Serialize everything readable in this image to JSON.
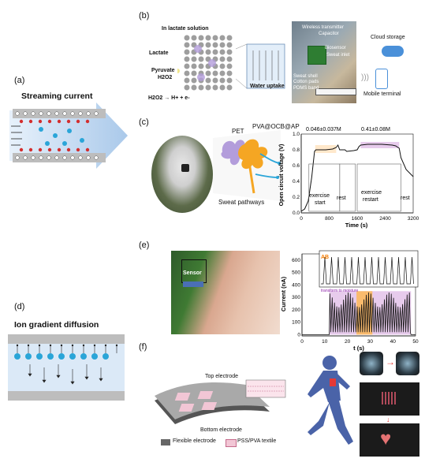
{
  "panels": {
    "a": {
      "label": "(a)",
      "title": "Streaming current"
    },
    "b": {
      "label": "(b)",
      "solution_title": "In lactate solution",
      "lactate": "Lactate",
      "pyruvate": "Pyruvate",
      "h2o2": "H2O2",
      "reaction": "H2O2 → H+ + e-",
      "water_uptake": "Water uptake",
      "device_labels": [
        "Wireless transmitter",
        "Capacitor",
        "Biosensor",
        "Sweat inlet",
        "Sweat shell",
        "Cotton pads",
        "PDMS band"
      ],
      "cloud_storage": "Cloud storage",
      "mobile_terminal": "Mobile terminal"
    },
    "c": {
      "label": "(c)",
      "pet": "PET",
      "pva": "PVA@OCB@AP",
      "sweat_pathways": "Sweat pathways",
      "annotations": [
        "0.046±0.037M",
        "0.41±0.08M"
      ],
      "region_labels": [
        "exercise start",
        "rest",
        "exercise restart",
        "rest"
      ]
    },
    "d": {
      "label": "(d)",
      "title": "Ion gradient diffusion"
    },
    "e": {
      "label": "(e)",
      "sensor": "Sensor",
      "ab_label": "AB",
      "inset_label": "transform to moisture"
    },
    "f": {
      "label": "(f)",
      "top_electrode": "Top electrode",
      "bottom_electrode": "Bottom electrode",
      "legend_flexible": "Flexible electrode",
      "legend_textile": "PSS/PVA textile"
    }
  },
  "chart_data": [
    {
      "type": "line",
      "panel": "c",
      "xlabel": "Time (s)",
      "ylabel": "Open circuit voltage (V)",
      "xlim": [
        0,
        3200
      ],
      "ylim": [
        0,
        1.0
      ],
      "xticks": [
        0,
        800,
        1600,
        2400,
        3200
      ],
      "yticks": [
        0.0,
        0.2,
        0.4,
        0.6,
        0.8,
        1.0
      ],
      "x": [
        0,
        100,
        200,
        300,
        380,
        420,
        500,
        700,
        900,
        1000,
        1050,
        1100,
        1250,
        1300,
        1500,
        1600,
        1650,
        1700,
        1900,
        2300,
        2600,
        2700,
        2800,
        2850,
        3000,
        3200
      ],
      "series": [
        {
          "values": [
            0.02,
            0.05,
            0.15,
            0.45,
            0.78,
            0.8,
            0.8,
            0.8,
            0.81,
            0.83,
            0.86,
            0.8,
            0.8,
            0.78,
            0.79,
            0.8,
            0.84,
            0.86,
            0.87,
            0.87,
            0.86,
            0.85,
            0.82,
            0.7,
            0.55,
            0.46
          ]
        }
      ],
      "annotations": [
        "0.046±0.037M",
        "0.41±0.08M"
      ]
    },
    {
      "type": "line",
      "panel": "e",
      "xlabel": "t (s)",
      "ylabel": "Current (nA)",
      "xlim": [
        0,
        50
      ],
      "ylim": [
        -10,
        650
      ],
      "xticks": [
        0,
        10,
        20,
        30,
        40,
        50
      ],
      "yticks": [
        0,
        100,
        200,
        300,
        400,
        500,
        600
      ],
      "x": [
        0,
        5,
        10,
        12,
        14,
        16,
        18,
        20,
        22,
        24,
        26,
        28,
        30,
        32,
        34,
        36,
        38,
        40,
        42,
        44,
        46,
        48,
        50
      ],
      "series": [
        {
          "values": [
            0,
            0,
            0,
            300,
            50,
            310,
            40,
            330,
            60,
            340,
            80,
            350,
            70,
            320,
            60,
            300,
            50,
            290,
            40,
            280,
            30,
            0,
            0
          ]
        }
      ]
    }
  ]
}
